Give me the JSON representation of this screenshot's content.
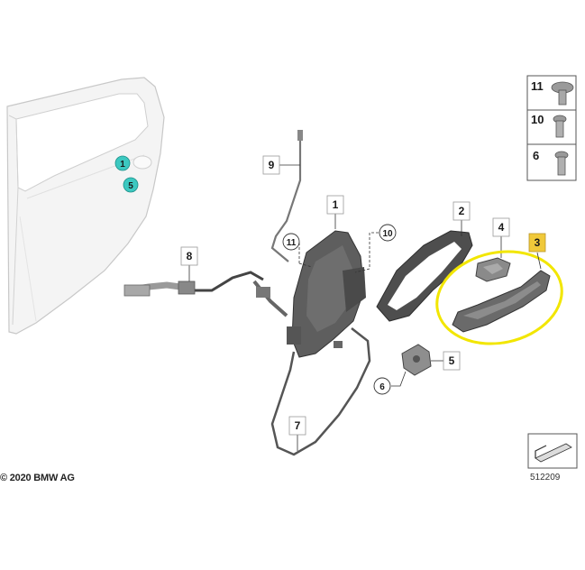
{
  "callouts": {
    "part_1": "1",
    "part_2": "2",
    "part_3": "3",
    "part_4": "4",
    "part_5": "5",
    "part_6": "6",
    "part_7": "7",
    "part_8": "8",
    "part_9": "9",
    "part_10": "10",
    "part_11": "11"
  },
  "door_markers": [
    "1",
    "5"
  ],
  "legend": [
    {
      "label": "11"
    },
    {
      "label": "10"
    },
    {
      "label": "6"
    }
  ],
  "footer": {
    "copyright": "© 2020 BMW AG",
    "diagram_id": "512209"
  },
  "colors": {
    "highlight_ring": "#f2e600",
    "highlight_label": "#f0c93a",
    "door_marker": "#3cc8c0",
    "part_fill": "#5a5a5a"
  }
}
